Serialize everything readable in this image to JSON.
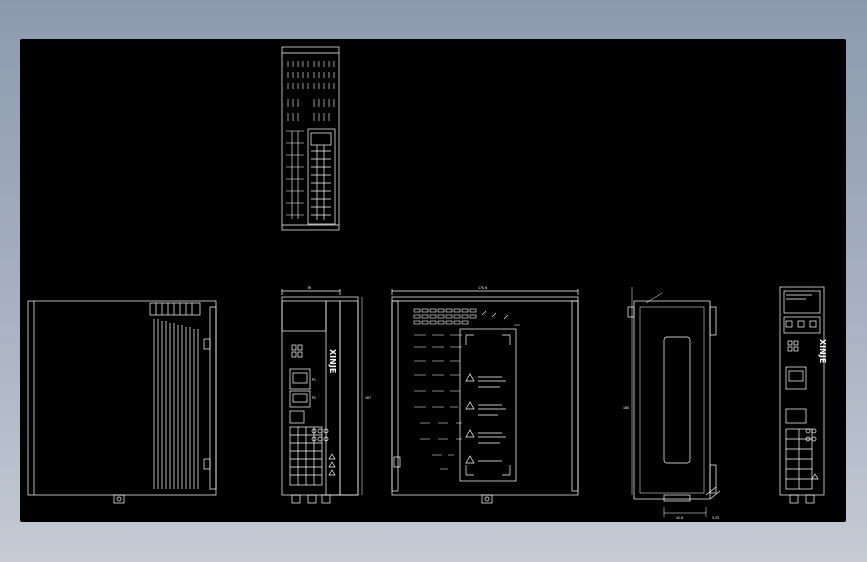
{
  "drawing": {
    "background_color": "#000000",
    "line_color": "#ffffff",
    "views": [
      {
        "name": "top-view"
      },
      {
        "name": "left-side-view"
      },
      {
        "name": "front-view"
      },
      {
        "name": "right-side-view"
      },
      {
        "name": "rear-view"
      },
      {
        "name": "front-view-small"
      }
    ],
    "dimensions": {
      "front_width": "76",
      "side_width": "170.6",
      "rear_width": "42.6",
      "rear_offset": "5.25",
      "height": "187",
      "rear_height": "180"
    },
    "labels": {
      "logo_front": "XINJE",
      "logo_small": "XINJE",
      "label_p1": "P1",
      "label_p2": "P2"
    }
  }
}
